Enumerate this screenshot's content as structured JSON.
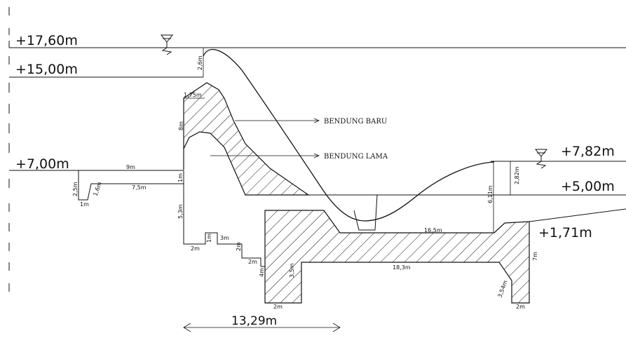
{
  "elevations": {
    "top_water": "+17,60m",
    "crest_old": "+15,00m",
    "upstream_bed": "+7,00m",
    "downstream_water": "+7,82m",
    "downstream_bed": "+5,00m",
    "apron": "+1,71m"
  },
  "labels": {
    "new_weir": "BENDUNG BARU",
    "old_weir": "BENDUNG LAMA"
  },
  "dimensions": {
    "h_2_6": "2,6m",
    "w_1_75": "1,75m",
    "h_8": "8m",
    "w_9": "9m",
    "h_1": "1m",
    "h_2_5": "2,5m",
    "w_1": "1m",
    "s_1_6": "1,6m",
    "w_7_5": "7,5m",
    "h_5_3": "5,3m",
    "w_2_step": "2m",
    "h_1_step": "1m",
    "w_3": "3m",
    "h_2_step": "2m",
    "w_2_low": "2m",
    "h_4": "4m",
    "w_2_pile": "2m",
    "h_3_5": "3,5m",
    "w_16_5": "16,5m",
    "w_18_3": "18,3m",
    "h_6_11": "6,11m",
    "h_2_82": "2,82m",
    "h_7": "7m",
    "s_3_54": "3,54m",
    "w_2_right": "2m"
  },
  "total_length": "13,29m",
  "colors": {
    "line": "#111111",
    "background": "#ffffff"
  }
}
